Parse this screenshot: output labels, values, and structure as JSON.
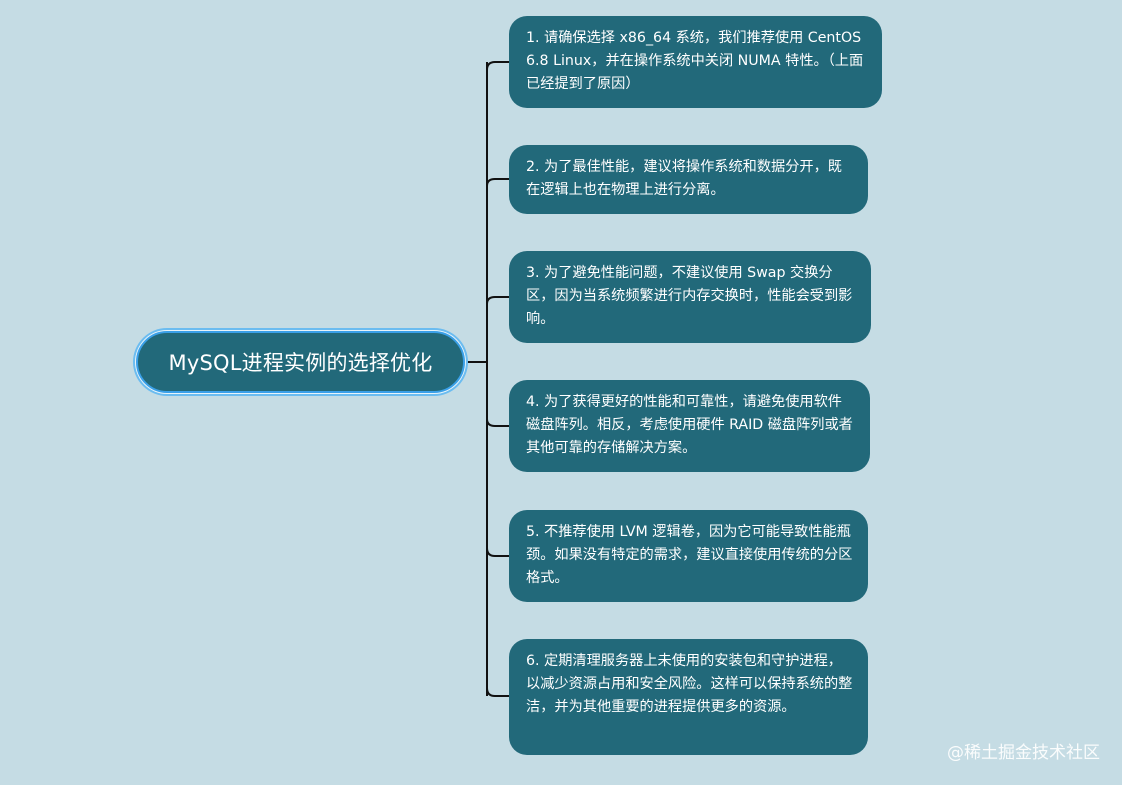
{
  "root": {
    "label": "MySQL进程实例的选择优化"
  },
  "branches": [
    {
      "text": "1. 请确保选择 x86_64 系统，我们推荐使用 CentOS 6.8 Linux，并在操作系统中关闭 NUMA 特性。（上面已经提到了原因）"
    },
    {
      "text": "2. 为了最佳性能，建议将操作系统和数据分开，既在逻辑上也在物理上进行分离。"
    },
    {
      "text": "3. 为了避免性能问题，不建议使用 Swap 交换分区，因为当系统频繁进行内存交换时，性能会受到影响。"
    },
    {
      "text": "4. 为了获得更好的性能和可靠性，请避免使用软件磁盘阵列。相反，考虑使用硬件 RAID 磁盘阵列或者其他可靠的存储解决方案。"
    },
    {
      "text": "5. 不推荐使用 LVM 逻辑卷，因为它可能导致性能瓶颈。如果没有特定的需求，建议直接使用传统的分区格式。"
    },
    {
      "text": "6. 定期清理服务器上未使用的安装包和守护进程，以减少资源占用和安全风险。这样可以保持系统的整洁，并为其他重要的进程提供更多的资源。"
    }
  ],
  "watermark": "@稀土掘金技术社区",
  "colors": {
    "background": "#c5dce4",
    "node_fill": "#22697a",
    "root_border": "#3aa0e8",
    "connector": "#111111",
    "text": "#ffffff"
  }
}
